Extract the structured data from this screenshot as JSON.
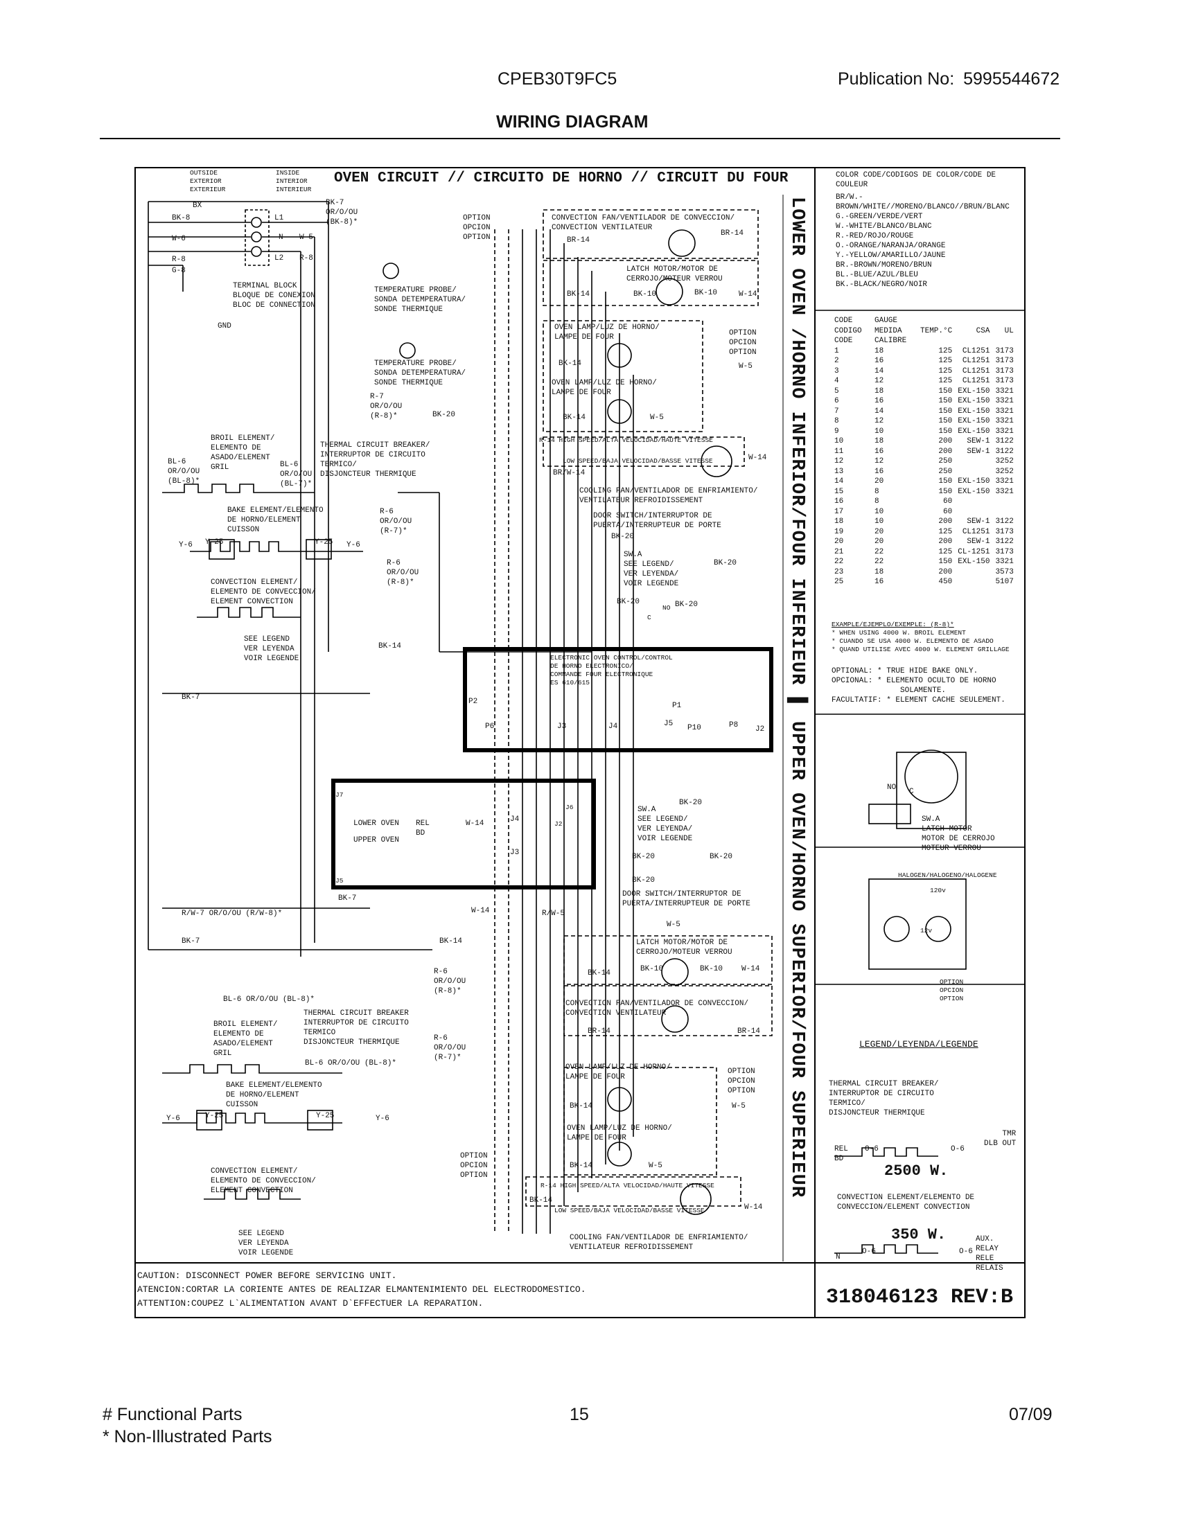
{
  "header": {
    "model": "CPEB30T9FC5",
    "publication_label": "Publication No:",
    "publication_number": "5995544672",
    "title": "WIRING DIAGRAM"
  },
  "diagram": {
    "main_title": "OVEN CIRCUIT // CIRCUITO DE HORNO // CIRCUIT DU FOUR",
    "vertical_title": "LOWER OVEN /HORNO INFERIOR/FOUR INFERIEUR ▌ UPPER OVEN/HORNO SUPERIOR/FOUR SUPERIEUR",
    "color_code": {
      "heading": "COLOR CODE/CODIGOS DE COLOR/CODE DE COULEUR",
      "entries": [
        "BR/W.-BROWN/WHITE//MORENO/BLANCO//BRUN/BLANC",
        "G.-GREEN/VERDE/VERT",
        "W.-WHITE/BLANCO/BLANC",
        "R.-RED/ROJO/ROUGE",
        "O.-ORANGE/NARANJA/ORANGE",
        "Y.-YELLOW/AMARILLO/JAUNE",
        "BR.-BROWN/MORENO/BRUN",
        "BL.-BLUE/AZUL/BLEU",
        "BK.-BLACK/NEGRO/NOIR"
      ]
    },
    "gauge_table": {
      "headers": [
        "CODE CODIGO CODE",
        "GAUGE MEDIDA CALIBRE",
        "TEMP.°C",
        "CSA",
        "UL"
      ],
      "rows": [
        [
          "1",
          "18",
          "125",
          "CL1251",
          "3173"
        ],
        [
          "2",
          "16",
          "125",
          "CL1251",
          "3173"
        ],
        [
          "3",
          "14",
          "125",
          "CL1251",
          "3173"
        ],
        [
          "4",
          "12",
          "125",
          "CL1251",
          "3173"
        ],
        [
          "5",
          "18",
          "150",
          "EXL-150",
          "3321"
        ],
        [
          "6",
          "16",
          "150",
          "EXL-150",
          "3321"
        ],
        [
          "7",
          "14",
          "150",
          "EXL-150",
          "3321"
        ],
        [
          "8",
          "12",
          "150",
          "EXL-150",
          "3321"
        ],
        [
          "9",
          "10",
          "150",
          "EXL-150",
          "3321"
        ],
        [
          "10",
          "18",
          "200",
          "SEW-1",
          "3122"
        ],
        [
          "11",
          "16",
          "200",
          "SEW-1",
          "3122"
        ],
        [
          "12",
          "12",
          "250",
          "",
          "3252"
        ],
        [
          "13",
          "16",
          "250",
          "",
          "3252"
        ],
        [
          "14",
          "20",
          "150",
          "EXL-150",
          "3321"
        ],
        [
          "15",
          "8",
          "150",
          "EXL-150",
          "3321"
        ],
        [
          "16",
          "8",
          "60",
          "",
          ""
        ],
        [
          "17",
          "10",
          "60",
          "",
          ""
        ],
        [
          "18",
          "10",
          "200",
          "SEW-1",
          "3122"
        ],
        [
          "19",
          "20",
          "125",
          "CL1251",
          "3173"
        ],
        [
          "20",
          "20",
          "200",
          "SEW-1",
          "3122"
        ],
        [
          "21",
          "22",
          "125",
          "CL-1251",
          "3173"
        ],
        [
          "22",
          "22",
          "150",
          "EXL-150",
          "3321"
        ],
        [
          "23",
          "18",
          "200",
          "",
          "3573"
        ],
        [
          "25",
          "16",
          "450",
          "",
          "5107"
        ]
      ]
    },
    "example": {
      "heading": "EXAMPLE/EJEMPLO/EXEMPLE: (R-8)*",
      "lines": [
        "* WHEN USING 4000 W. BROIL ELEMENT",
        "* CUANDO SE USA 4000 W. ELEMENTO DE ASADO",
        "* QUAND UTILISE AVEC 4000 W. ELEMENT GRILLAGE"
      ]
    },
    "optional": {
      "lines": [
        "OPTIONAL: * TRUE HIDE BAKE ONLY.",
        "OPCIONAL: * ELEMENTO OCULTO DE HORNO",
        "               SOLAMENTE.",
        "FACULTATIF: * ELEMENT CACHE SEULEMENT."
      ]
    },
    "latch_motor": {
      "switch": "SW.A",
      "lines": [
        "LATCH MOTOR",
        "MOTOR DE CERROJO",
        "MOTEUR VERROU"
      ],
      "no": "NO",
      "c": "C"
    },
    "halogen": {
      "heading": "HALOGEN/HALOGENO/HALOGENE",
      "voltage": "120v",
      "lamp_voltage": "12v",
      "option": [
        "OPTION",
        "OPCION",
        "OPTION"
      ]
    },
    "legend": {
      "heading": "LEGEND/LEYENDA/LEGENDE",
      "breaker": [
        "THERMAL CIRCUIT BREAKER/",
        "INTERRUPTOR DE CIRCUITO",
        "TERMICO/",
        "DISJONCTEUR THERMIQUE"
      ],
      "tmr": [
        "TMR",
        "DLB OUT"
      ],
      "rel_bd": [
        "REL",
        "BD"
      ],
      "wire": "O-6",
      "watts_1": "2500 W.",
      "convection": [
        "CONVECTION ELEMENT/ELEMENTO DE",
        "CONVECCION/ELEMENT CONVECTION"
      ],
      "watts_2": "350 W.",
      "aux": [
        "AUX.",
        "RELAY",
        "RELE",
        "RELAIS"
      ],
      "n": "N"
    },
    "part_number": "318046123 REV:B",
    "caution": [
      "CAUTION: DISCONNECT POWER BEFORE SERVICING UNIT.",
      "ATENCION:CORTAR LA CORIENTE ANTES DE REALIZAR ELMANTENIMIENTO DEL ELECTRODOMESTICO.",
      "ATTENTION:COUPEZ L`ALIMENTATION AVANT D`EFFECTUER LA REPARATION."
    ],
    "labels": {
      "outside": "OUTSIDE\nEXTERIOR\nEXTERIEUR",
      "inside": "INSIDE\nINTERIOR\nINTERIEUR",
      "bk7_top": "BK-7\nOR/O/OU\n(BK-8)*",
      "bx": "BX",
      "bk8": "BK-8",
      "l1": "L1",
      "w6": "W-6",
      "n": "N",
      "w5": "W-5",
      "r8": "R-8",
      "l2": "L2",
      "r8b": "R-8",
      "g8": "G-8",
      "terminal": "TERMINAL BLOCK\nBLOQUE DE CONEXION\nBLOC DE CONNECTION",
      "gnd": "GND",
      "temp_probe_1": "TEMPERATURE PROBE/\nSONDA DETEMPERATURA/\nSONDE THERMIQUE",
      "temp_probe_2": "TEMPERATURE PROBE/\nSONDA DETEMPERATURA/\nSONDE THERMIQUE",
      "r7": "R-7\nOR/O/OU\n(R-8)*",
      "bk20": "BK-20",
      "option_a": "OPTION\nOPCION\nOPTION",
      "conv_fan_lower": "CONVECTION FAN/VENTILADOR DE CONVECCION/\nCONVECTION VENTILATEUR",
      "br14": "BR-14",
      "br14b": "BR-14",
      "latch_lower": "LATCH MOTOR/MOTOR DE\nCERROJO/MOTEUR VERROU",
      "bk14": "BK-14",
      "bk10": "BK-10",
      "bk10b": "BK-10",
      "w14": "W-14",
      "oven_lamp_1": "OVEN LAMP/LUZ DE HORNO/\nLAMPE DE FOUR",
      "option_b": "OPTION\nOPCION\nOPTION",
      "bk14b": "BK-14",
      "w5b": "W-5",
      "oven_lamp_2": "OVEN LAMP/LUZ DE HORNO/\nLAMPE DE FOUR",
      "bk14c": "BK-14",
      "w5c": "W-5",
      "broil_el": "BROIL ELEMENT/\nELEMENTO DE\nASADO/ELEMENT\nGRIL",
      "bl6": "BL-6\nOR/O/OU\n(BL-8)*",
      "bl6b": "BL-6\nOR/O/OU\n(BL-7)*",
      "thermal_cb": "THERMAL CIRCUIT BREAKER/\nINTERRUPTOR DE CIRCUITO\nTERMICO/\nDISJONCTEUR THERMIQUE",
      "r14_fan": "R-14 HIGH SPEED/ALTA VELOCIDAD/HAUTE VITESSE",
      "low_speed": "LOW SPEED/BAJA VELOCIDAD/BASSE VITESSE",
      "w14b": "W-14",
      "brw14": "BR/W-14",
      "cooling_fan": "COOLING FAN/VENTILADOR DE ENFRIAMIENTO/\nVENTILATEUR REFROIDISSEMENT",
      "bake_el": "BAKE ELEMENT/ELEMENTO\nDE HORNO/ELEMENT\nCUISSON",
      "r6": "R-6\nOR/O/OU\n(R-7)*",
      "y6": "Y-6",
      "y25": "Y-25",
      "y25b": "Y-25",
      "y6b": "Y-6",
      "door_switch": "DOOR SWITCH/INTERRUPTOR DE\nPUERTA/INTERRUPTEUR DE PORTE",
      "bk20b": "BK-20",
      "swa_legend": "SW.A\nSEE LEGEND/\nVER LEYENDA/\nVOIR LEGENDE",
      "bk20c": "BK-20",
      "r6b": "R-6\nOR/O/OU\n(R-8)*",
      "conv_el": "CONVECTION ELEMENT/\nELEMENTO DE CONVECCION/\nELEMENT CONVECTION",
      "see_legend": "SEE LEGEND\nVER LEYENDA\nVOIR LEGENDE",
      "bk14d": "BK-14",
      "bk20d": "BK-20",
      "bk20e": "BK-20",
      "no": "NO",
      "c": "C",
      "eoc": "ELECTRONIC OVEN CONTROL/CONTROL\nDE HORNO ELECTRONICO/\nCOMMANDE FOUR ELECTRONIQUE\nES 610/615",
      "p2": "P2",
      "p6": "P6",
      "j3": "J3",
      "j4": "J4",
      "j5": "J5",
      "p10": "P10",
      "p8": "P8",
      "j2": "J2",
      "p1": "P1",
      "bk7": "BK-7",
      "lower_oven": "LOWER OVEN",
      "upper_oven": "UPPER OVEN",
      "rel_bd": "REL\nBD",
      "w14c": "W-14",
      "j4b": "J4",
      "j3b": "J3",
      "j7": "J7",
      "j5b": "J5",
      "j2b": "J2",
      "j6": "J6",
      "bk7b": "BK-7",
      "rw7": "R/W-7 OR/O/OU (R/W-8)*",
      "w14d": "W-14",
      "rw5": "R/W-5",
      "bk7c": "BK-7",
      "bk14e": "BK-14",
      "w5d": "W-5",
      "bk20f": "BK-20",
      "swa_legend_2": "SW.A\nSEE LEGEND/\nVER LEYENDA/\nVOIR LEGENDE",
      "bk20g": "BK-20",
      "bk20h": "BK-20",
      "bk20i": "BK-20",
      "door_switch_2": "DOOR SWITCH/INTERRUPTOR DE\nPUERTA/INTERRUPTEUR DE PORTE",
      "latch_upper": "LATCH MOTOR/MOTOR DE\nCERROJO/MOTEUR VERROU",
      "bk14f": "BK-14",
      "bk10c": "BK-10",
      "bk10d": "BK-10",
      "w14e": "W-14",
      "r6c": "R-6\nOR/O/OU\n(R-8)*",
      "bl6c": "BL-6 OR/O/OU (BL-8)*",
      "conv_fan_upper": "CONVECTION FAN/VENTILADOR DE CONVECCION/\nCONVECTION VENTILATEUR",
      "br14c": "BR-14",
      "br14d": "BR-14",
      "broil_el_2": "BROIL ELEMENT/\nELEMENTO DE\nASADO/ELEMENT\nGRIL",
      "thermal_cb_2": "THERMAL CIRCUIT BREAKER\nINTERRUPTOR DE CIRCUITO\nTERMICO\nDISJONCTEUR THERMIQUE",
      "bl6d": "BL-6 OR/O/OU (BL-8)*",
      "r6d": "R-6\nOR/O/OU\n(R-7)*",
      "oven_lamp_3": "OVEN LAMP/LUZ DE HORNO/\nLAMPE DE FOUR",
      "option_c": "OPTION\nOPCION\nOPTION",
      "bk14g": "BK-14",
      "w5e": "W-5",
      "bake_el_2": "BAKE ELEMENT/ELEMENTO\nDE HORNO/ELEMENT\nCUISSON",
      "y6c": "Y-6",
      "y25c": "Y-25",
      "y25d": "Y-25",
      "y6d": "Y-6",
      "oven_lamp_4": "OVEN LAMP/LUZ DE HORNO/\nLAMPE DE FOUR",
      "bk14h": "BK-14",
      "w5f": "W-5",
      "option_d": "OPTION\nOPCION\nOPTION",
      "conv_el_2": "CONVECTION ELEMENT/\nELEMENTO DE CONVECCION/\nELEMENT CONVECTION",
      "r14b": "R-14 HIGH SPEED/ALTA VELOCIDAD/HAUTE VITESSE",
      "bk14i": "BK-14",
      "low_speed_2": "LOW SPEED/BAJA VELOCIDAD/BASSE VITESSE",
      "w14f": "W-14",
      "see_legend_2": "SEE LEGEND\nVER LEYENDA\nVOIR LEGENDE",
      "cooling_fan_2": "COOLING FAN/VENTILADOR DE ENFRIAMIENTO/\nVENTILATEUR REFROIDISSEMENT"
    }
  },
  "footer": {
    "functional": "# Functional Parts",
    "non_illustrated": "* Non-Illustrated Parts",
    "page": "15",
    "date": "07/09"
  }
}
